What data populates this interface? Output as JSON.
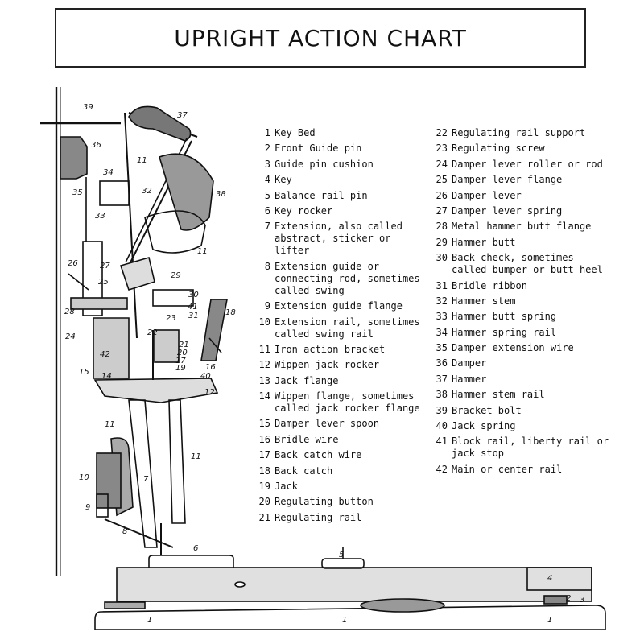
{
  "title": "UPRIGHT ACTION CHART",
  "legend_left": [
    {
      "n": "1",
      "t": "Key Bed"
    },
    {
      "n": "2",
      "t": "Front Guide pin"
    },
    {
      "n": "3",
      "t": "Guide pin cushion"
    },
    {
      "n": "4",
      "t": "Key"
    },
    {
      "n": "5",
      "t": "Balance rail pin"
    },
    {
      "n": "6",
      "t": "Key rocker"
    },
    {
      "n": "7",
      "t": "Extension, also called abstract, sticker or lifter"
    },
    {
      "n": "8",
      "t": "Extension guide or connecting rod, sometimes called swing"
    },
    {
      "n": "9",
      "t": "Extension guide flange"
    },
    {
      "n": "10",
      "t": "Extension rail, sometimes called swing rail"
    },
    {
      "n": "11",
      "t": "Iron action bracket"
    },
    {
      "n": "12",
      "t": "Wippen jack rocker"
    },
    {
      "n": "13",
      "t": "Jack flange"
    },
    {
      "n": "14",
      "t": "Wippen flange, sometimes called jack rocker flange"
    },
    {
      "n": "15",
      "t": "Damper lever spoon"
    },
    {
      "n": "16",
      "t": "Bridle wire"
    },
    {
      "n": "17",
      "t": "Back catch wire"
    },
    {
      "n": "18",
      "t": "Back catch"
    },
    {
      "n": "19",
      "t": "Jack"
    },
    {
      "n": "20",
      "t": "Regulating button"
    },
    {
      "n": "21",
      "t": "Regulating rail"
    }
  ],
  "legend_right": [
    {
      "n": "22",
      "t": "Regulating rail support"
    },
    {
      "n": "23",
      "t": "Regulating screw"
    },
    {
      "n": "24",
      "t": "Damper lever roller or rod"
    },
    {
      "n": "25",
      "t": "Damper lever flange"
    },
    {
      "n": "26",
      "t": "Damper lever"
    },
    {
      "n": "27",
      "t": "Damper lever spring"
    },
    {
      "n": "28",
      "t": "Metal hammer butt flange"
    },
    {
      "n": "29",
      "t": "Hammer butt"
    },
    {
      "n": "30",
      "t": "Back check, sometimes called bumper or butt heel"
    },
    {
      "n": "31",
      "t": "Bridle ribbon"
    },
    {
      "n": "32",
      "t": "Hammer stem"
    },
    {
      "n": "33",
      "t": "Hammer butt spring"
    },
    {
      "n": "34",
      "t": "Hammer spring rail"
    },
    {
      "n": "35",
      "t": "Damper extension wire"
    },
    {
      "n": "36",
      "t": "Damper"
    },
    {
      "n": "37",
      "t": "Hammer"
    },
    {
      "n": "38",
      "t": "Hammer stem rail"
    },
    {
      "n": "39",
      "t": "Bracket bolt"
    },
    {
      "n": "40",
      "t": "Jack spring"
    },
    {
      "n": "41",
      "t": "Block rail, liberty rail or jack stop"
    },
    {
      "n": "42",
      "t": "Main or center rail"
    }
  ],
  "drawing_labels": {
    "l39": "39",
    "l37": "37",
    "l36": "36",
    "l11a": "11",
    "l34": "34",
    "l32": "32",
    "l38": "38",
    "l35": "35",
    "l33": "33",
    "l11b": "11",
    "l26": "26",
    "l27": "27",
    "l25": "25",
    "l29": "29",
    "l30": "30",
    "l41": "41",
    "l23": "23",
    "l31": "31",
    "l18": "18",
    "l28": "28",
    "l24": "24",
    "l22": "22",
    "l21": "21",
    "l20": "20",
    "l17": "17",
    "l42": "42",
    "l19": "19",
    "l16": "16",
    "l40": "40",
    "l15": "15",
    "l14": "14",
    "l12": "12",
    "l11c": "11",
    "l11d": "11",
    "l10": "10",
    "l7": "7",
    "l9": "9",
    "l8": "8",
    "l6": "6",
    "l5": "5",
    "l4": "4",
    "l2": "2",
    "l3": "3",
    "l1a": "1",
    "l1b": "1",
    "l1c": "1"
  }
}
